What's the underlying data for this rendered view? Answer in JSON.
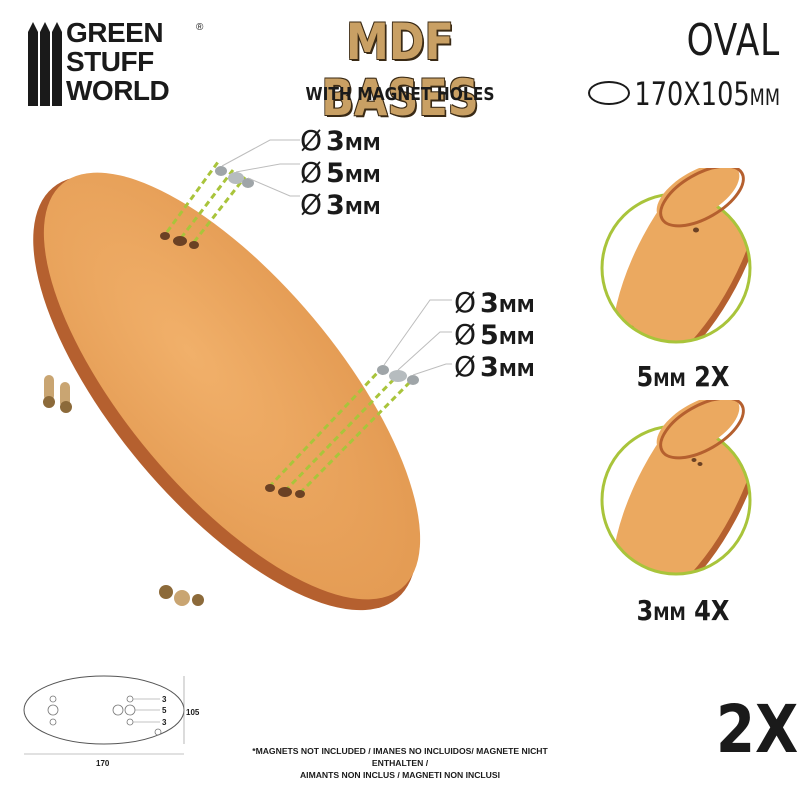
{
  "brand": {
    "line1": "GREEN",
    "line2": "STUFF",
    "line3": "WORLD",
    "registered": "®"
  },
  "product": {
    "title": "MDF BASES",
    "subtitle": "WITH MAGNET HOLES",
    "shape": "OVAL",
    "size": "170X105",
    "size_unit": "MM"
  },
  "holes_top": [
    {
      "symbol": "Ø",
      "value": "3",
      "unit": "MM"
    },
    {
      "symbol": "Ø",
      "value": "5",
      "unit": "MM"
    },
    {
      "symbol": "Ø",
      "value": "3",
      "unit": "MM"
    }
  ],
  "holes_bottom": [
    {
      "symbol": "Ø",
      "value": "3",
      "unit": "MM"
    },
    {
      "symbol": "Ø",
      "value": "5",
      "unit": "MM"
    },
    {
      "symbol": "Ø",
      "value": "3",
      "unit": "MM"
    }
  ],
  "variants": [
    {
      "size": "5",
      "unit": "MM",
      "count": "2X"
    },
    {
      "size": "3",
      "unit": "MM",
      "count": "4X"
    }
  ],
  "schematic": {
    "width": "170",
    "height": "105",
    "hole_top": "3",
    "hole_mid": "5",
    "hole_bottom": "3"
  },
  "disclaimer": {
    "line1": "*MAGNETS NOT INCLUDED / IMANES NO INCLUIDOS/ MAGNETE NICHT ENTHALTEN /",
    "line2": "AIMANTS NON INCLUS / MAGNETI NON INCLUSI"
  },
  "quantity": "2X",
  "colors": {
    "mdf": "#e9a55e",
    "mdf_edge": "#b5602f",
    "accent_green": "#a9c43b",
    "text": "#1a1a1a",
    "title_fill": "#c9a064"
  }
}
